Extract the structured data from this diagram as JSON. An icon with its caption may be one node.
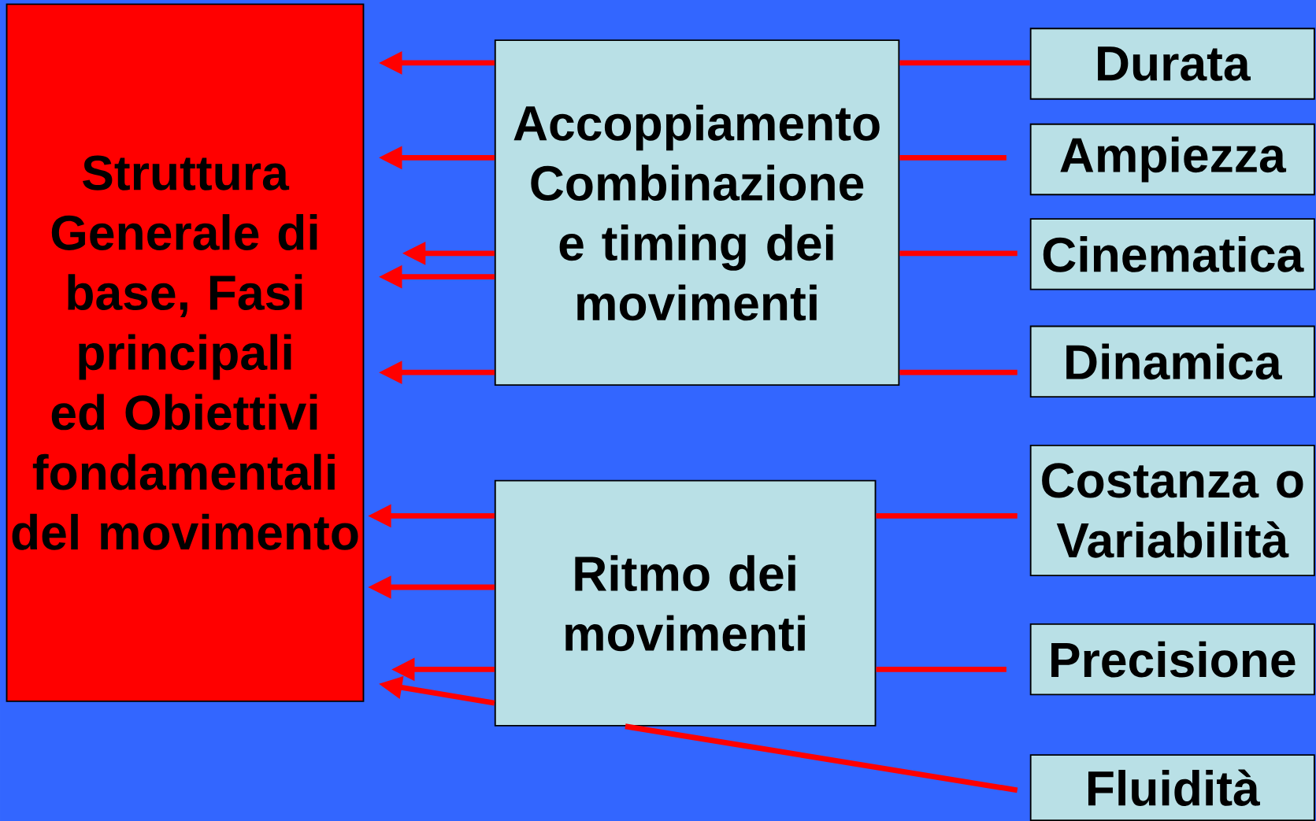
{
  "diagram": {
    "nodes": [
      {
        "text": [
          "Struttura Generale di base, Fasi principali ed Obiettivi fondamentali del movimento"
        ]
      },
      {
        "text": [
          "Accoppiamento Combinazione e timing dei movimenti"
        ]
      },
      {
        "text": [
          "Ritmo dei movimenti"
        ]
      },
      {
        "text": [
          "Durata"
        ]
      },
      {
        "text": [
          "Ampiezza"
        ]
      },
      {
        "text": [
          "Cinematica"
        ]
      },
      {
        "text": [
          "Dinamica"
        ]
      },
      {
        "text": [
          "Costanza o Variabilità"
        ]
      },
      {
        "text": [
          "Precisione"
        ]
      },
      {
        "text": [
          "Fluidità"
        ]
      }
    ],
    "edges": [
      {
        "from": 1,
        "to": 0,
        "arrow": "to"
      },
      {
        "from": 1,
        "to": 0,
        "arrow": "to"
      },
      {
        "from": 1,
        "to": 0,
        "arrow": "to"
      },
      {
        "from": 1,
        "to": 0,
        "arrow": "to"
      },
      {
        "from": 1,
        "to": 0,
        "arrow": "to"
      },
      {
        "from": 3,
        "to": 1,
        "arrow": "none"
      },
      {
        "from": 4,
        "to": 1,
        "arrow": "none"
      },
      {
        "from": 5,
        "to": 1,
        "arrow": "none"
      },
      {
        "from": 6,
        "to": 1,
        "arrow": "none"
      },
      {
        "from": 2,
        "to": 0,
        "arrow": "to"
      },
      {
        "from": 2,
        "to": 0,
        "arrow": "to"
      },
      {
        "from": 2,
        "to": 0,
        "arrow": "to"
      },
      {
        "from": 2,
        "to": 0,
        "arrow": "to"
      },
      {
        "from": 7,
        "to": 2,
        "arrow": "none"
      },
      {
        "from": 8,
        "to": 2,
        "arrow": "none"
      },
      {
        "from": 9,
        "to": 2,
        "arrow": "none"
      }
    ]
  }
}
